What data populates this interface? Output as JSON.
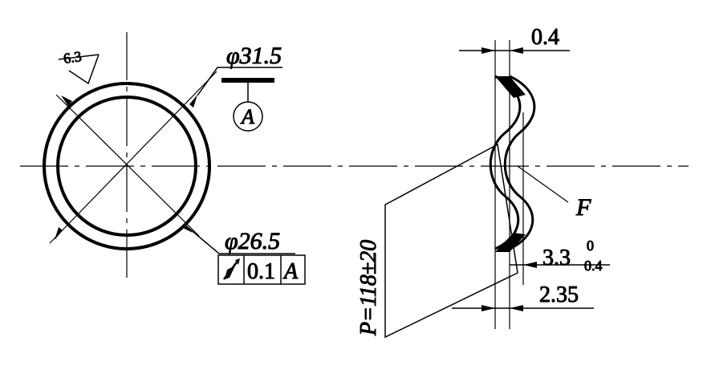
{
  "front_view": {
    "roughness_value": "6.3",
    "outer_diameter": "φ31.5",
    "inner_diameter": "φ26.5",
    "datum_label": "A",
    "tolerance_frame": {
      "symbol": "circular-runout-icon",
      "value": "0.1",
      "datum": "A"
    }
  },
  "side_view": {
    "thickness": "0.4",
    "height": "3.3",
    "height_tol_upper": "0",
    "height_tol_lower": "0.4",
    "offset": "2.35",
    "force_label": "F",
    "load_spec": "P=118±20"
  }
}
